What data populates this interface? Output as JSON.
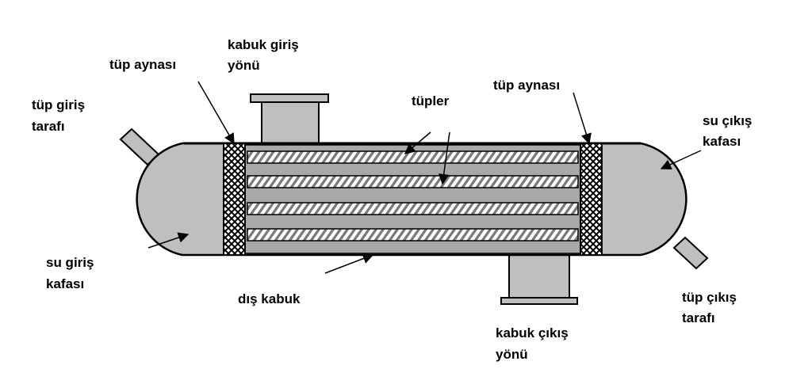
{
  "labels": {
    "tube_sheet_left": "tüp aynası",
    "shell_inlet": [
      "kabuk giriş",
      "yönü"
    ],
    "tube_inlet_side": [
      "tüp giriş",
      "tarafı"
    ],
    "tubes": "tüpler",
    "tube_sheet_right": "tüp aynası",
    "water_outlet_head": [
      "su çıkış",
      "kafası"
    ],
    "water_inlet_head": [
      "su giriş",
      "kafası"
    ],
    "outer_shell": "dış kabuk",
    "tube_outlet_side": [
      "tüp çıkış",
      "tarafı"
    ],
    "shell_outlet": [
      "kabuk çıkış",
      "yönü"
    ]
  },
  "colors": {
    "shell_fill": "#bfbfbf",
    "outline": "#000000",
    "tube_hatch": "#7a7a7a",
    "band_fill": "#a8a8a8",
    "background": "#ffffff"
  }
}
